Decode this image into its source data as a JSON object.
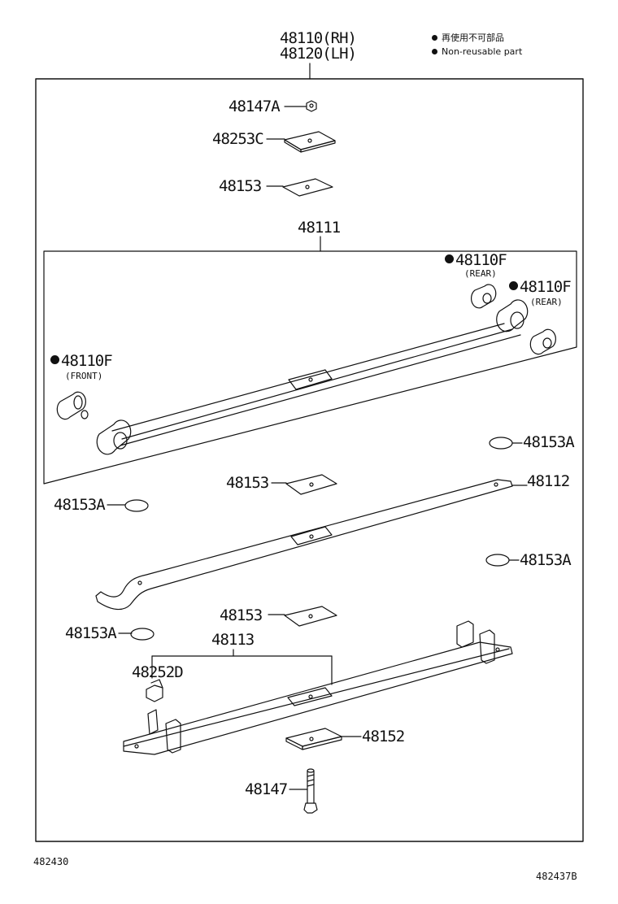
{
  "header": {
    "part_rh": "48110(RH)",
    "part_lh": "48120(LH)"
  },
  "legend": {
    "marker": "●",
    "line1": "再使用不可部品",
    "line2": "Non-reusable part"
  },
  "parts": {
    "p48147A": "48147A",
    "p48253C": "48253C",
    "p48153_top": "48153",
    "p48111": "48111",
    "p48110F_rear1": "48110F",
    "p48110F_rear1_note": "(REAR)",
    "p48110F_rear2": "48110F",
    "p48110F_rear2_note": "(REAR)",
    "p48110F_front": "48110F",
    "p48110F_front_note": "(FRONT)",
    "p48153A_right1": "48153A",
    "p48153_mid": "48153",
    "p48112": "48112",
    "p48153A_left1": "48153A",
    "p48153A_right2": "48153A",
    "p48153_low": "48153",
    "p48153A_left2": "48153A",
    "p48113": "48113",
    "p48252D": "48252D",
    "p48152": "48152",
    "p48147": "48147"
  },
  "footer": {
    "code_left": "482430",
    "code_right": "482437B"
  },
  "colors": {
    "line": "#111111",
    "background": "#ffffff"
  }
}
